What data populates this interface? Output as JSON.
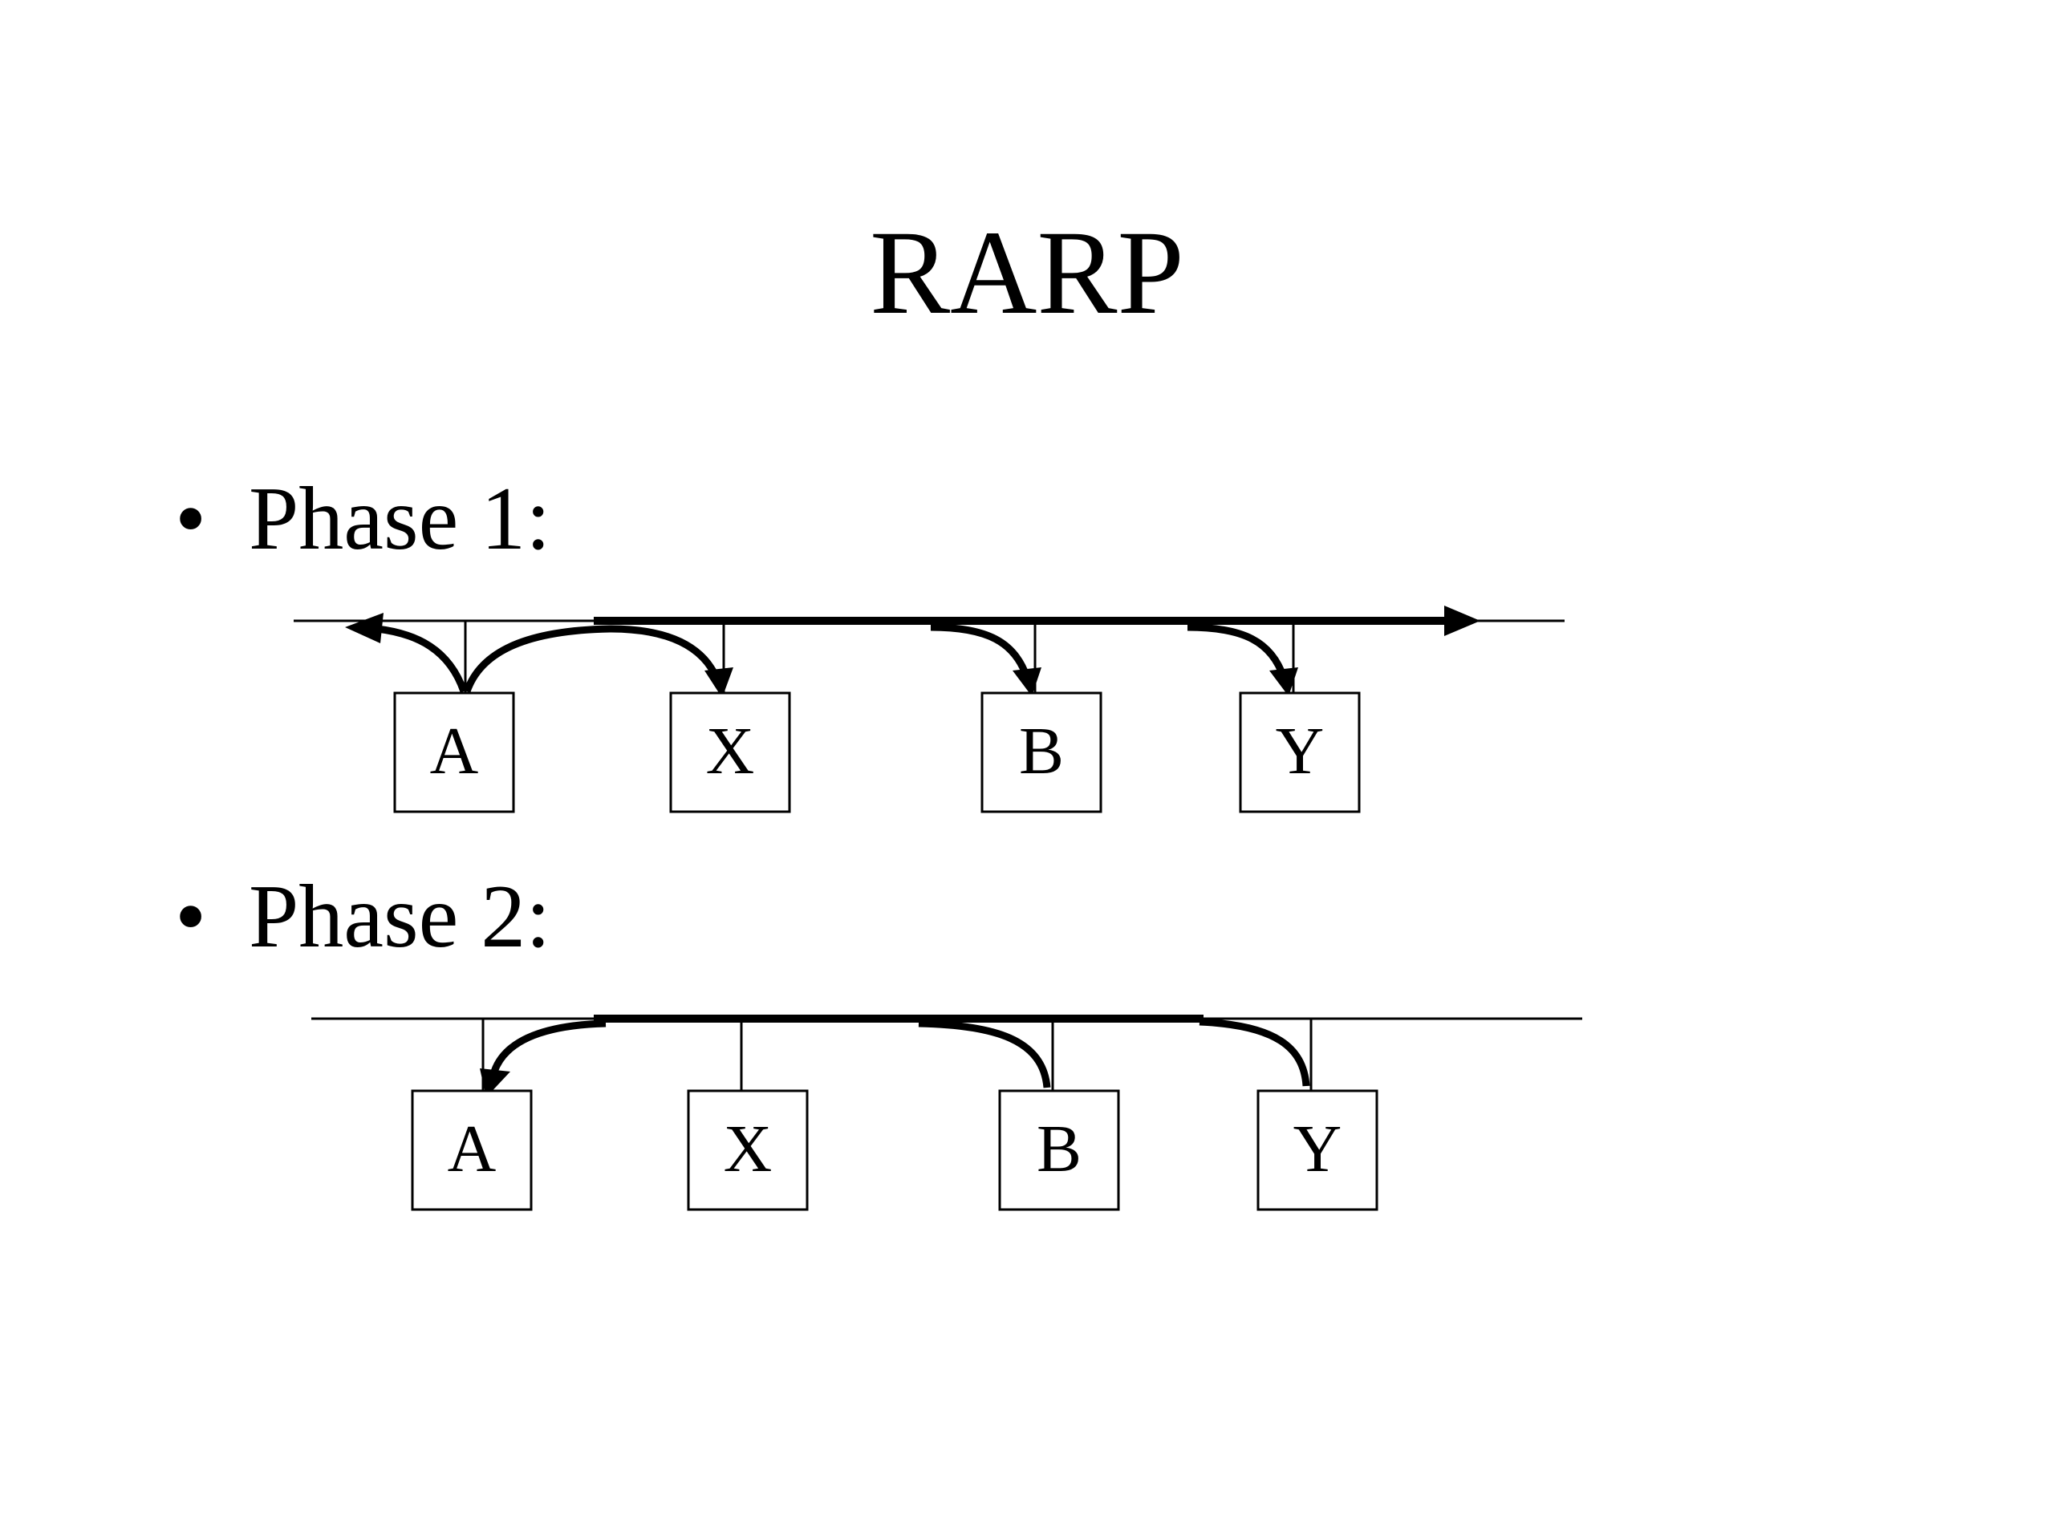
{
  "slide": {
    "title": "RARP"
  },
  "phases": [
    {
      "label": "Phase 1:",
      "nodes": [
        "A",
        "X",
        "B",
        "Y"
      ]
    },
    {
      "label": "Phase 2:",
      "nodes": [
        "A",
        "X",
        "B",
        "Y"
      ]
    }
  ]
}
